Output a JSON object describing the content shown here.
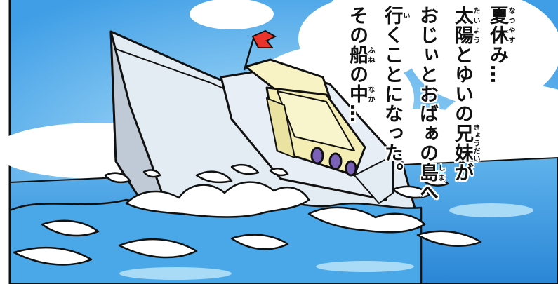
{
  "narration": {
    "lines": [
      [
        {
          "base": "夏休",
          "ruby": "なつやす"
        },
        {
          "text": "み…"
        }
      ],
      [
        {
          "base": "太陽",
          "ruby": "たいよう"
        },
        {
          "text": "とゆいの"
        },
        {
          "base": "兄妹",
          "ruby": "きょうだい"
        },
        {
          "text": "が"
        }
      ],
      [
        {
          "text": "おじぃとおばぁの"
        },
        {
          "base": "島",
          "ruby": "しま"
        },
        {
          "text": "へ"
        }
      ],
      [
        {
          "base": "行",
          "ruby": "い"
        },
        {
          "text": "くことになった。"
        }
      ],
      [
        {
          "text": "その"
        },
        {
          "base": "船",
          "ruby": "ふね"
        },
        {
          "text": "の"
        },
        {
          "base": "中",
          "ruby": "なか"
        },
        {
          "text": "…"
        }
      ]
    ]
  },
  "colors": {
    "sky": "#3f9ee6",
    "sky_light": "#8fcdf5",
    "cloud": "#ffffff",
    "sea": "#2f90de",
    "sea_light": "#86cbf3",
    "hull": "#dfe8f2",
    "hull_shadow": "#bcc7d3",
    "cabin": "#f4efb8",
    "porthole": "#7b62b8",
    "flag": "#e8342a",
    "ink": "#111111"
  },
  "icons": [
    "boat-illustration",
    "flag-icon",
    "wave-splash"
  ]
}
